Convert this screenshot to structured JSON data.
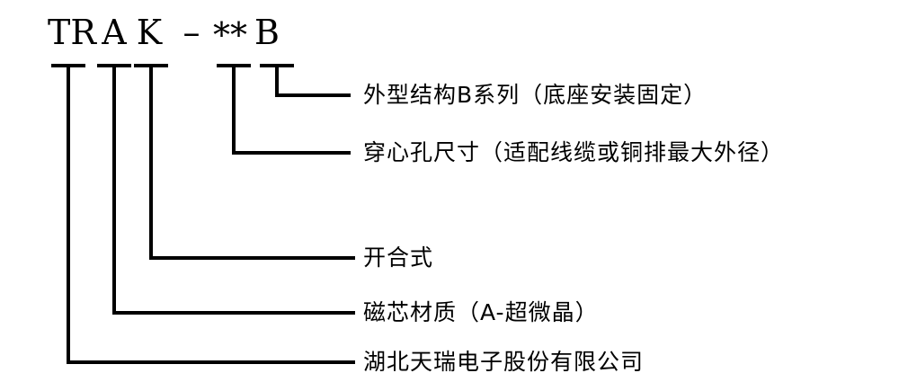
{
  "diagram": {
    "description": "product model code legend",
    "model_code": {
      "segments": [
        "TR",
        "A",
        "K",
        "–",
        "**",
        "B"
      ]
    },
    "branches": [
      {
        "code": "B",
        "label": "外型结构B系列（底座安装固定）"
      },
      {
        "code": "**",
        "label": "穿心孔尺寸（适配线缆或铜排最大外径）"
      },
      {
        "code": "K",
        "label": "开合式"
      },
      {
        "code": "A",
        "label": "磁芯材质（A-超微晶）"
      },
      {
        "code": "TR",
        "label": "湖北天瑞电子股份有限公司"
      }
    ],
    "colors": {
      "line": "#000000",
      "text": "#000000",
      "background": "#ffffff"
    }
  }
}
